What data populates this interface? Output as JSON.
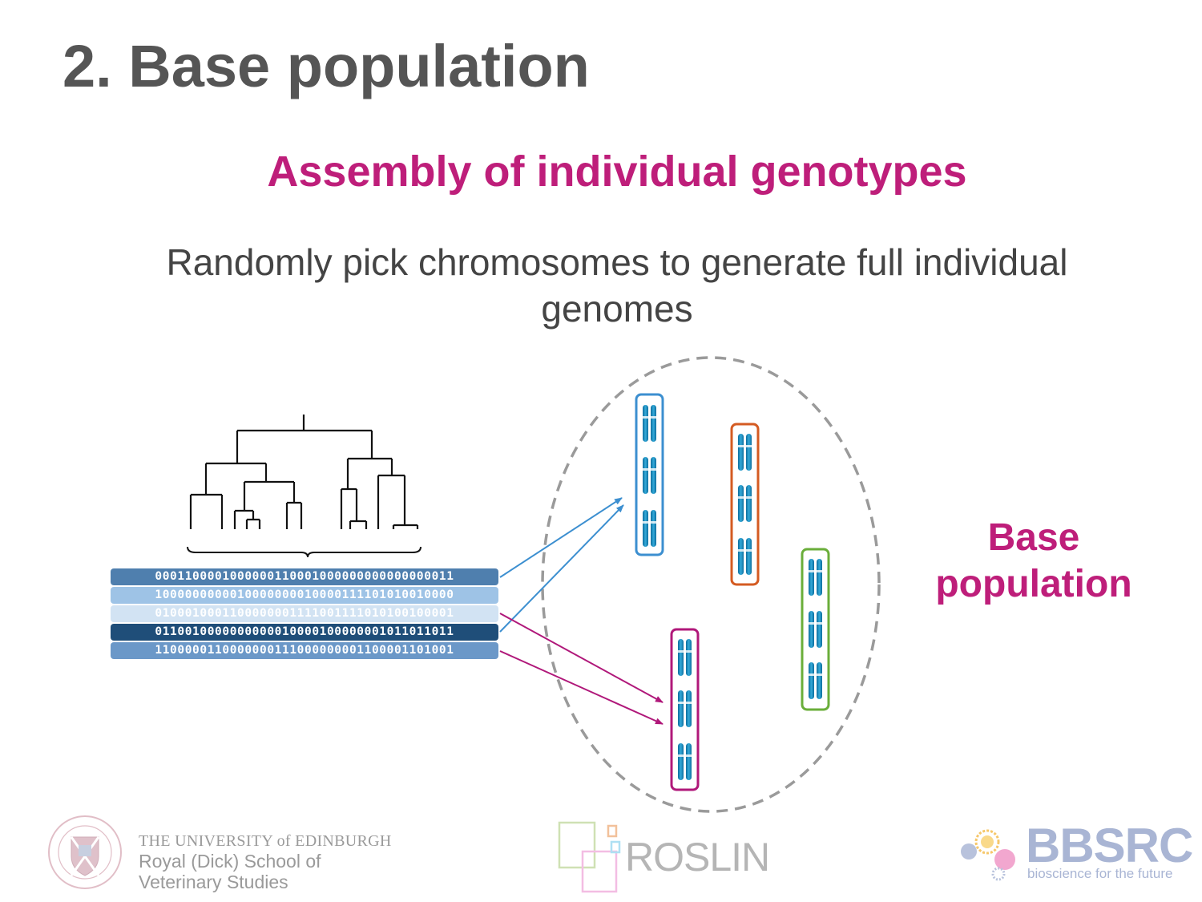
{
  "slide": {
    "title": "2. Base population",
    "subtitle": "Assembly of individual genotypes",
    "description_line1": "Randomly pick chromosomes to generate full individual",
    "description_line2": "genomes",
    "base_label_line1": "Base",
    "base_label_line2": "population"
  },
  "binary_rows": [
    {
      "bits": "0001100001000000110001000000000000000011",
      "bg": "#4F7FAE",
      "fg": "#ffffff"
    },
    {
      "bits": "1000000000010000000010000111101010010000",
      "bg": "#9EC3E6",
      "fg": "#ffffff"
    },
    {
      "bits": "0100010001100000001111001111010100100001",
      "bg": "#D2E3F3",
      "fg": "#ffffff"
    },
    {
      "bits": "0110010000000000010000100000001011011011",
      "bg": "#1F4E79",
      "fg": "#ffffff"
    },
    {
      "bits": "1100000110000000111000000001100001101001",
      "bg": "#6B98C8",
      "fg": "#ffffff"
    }
  ],
  "chromosome_groups": [
    {
      "color": "#3C8FD0"
    },
    {
      "color": "#D45B22"
    },
    {
      "color": "#6AAE3A"
    },
    {
      "color": "#B0187A"
    }
  ],
  "arrow_colors": {
    "blue": "#3C8FD0",
    "magenta": "#B0187A"
  },
  "logos": {
    "university_line1": "THE UNIVERSITY of EDINBURGH",
    "university_line2": "Royal (Dick) School of",
    "university_line3": "Veterinary Studies",
    "roslin": "ROSLIN",
    "bbsrc": "BBSRC",
    "bbsrc_tagline": "bioscience for the future"
  }
}
